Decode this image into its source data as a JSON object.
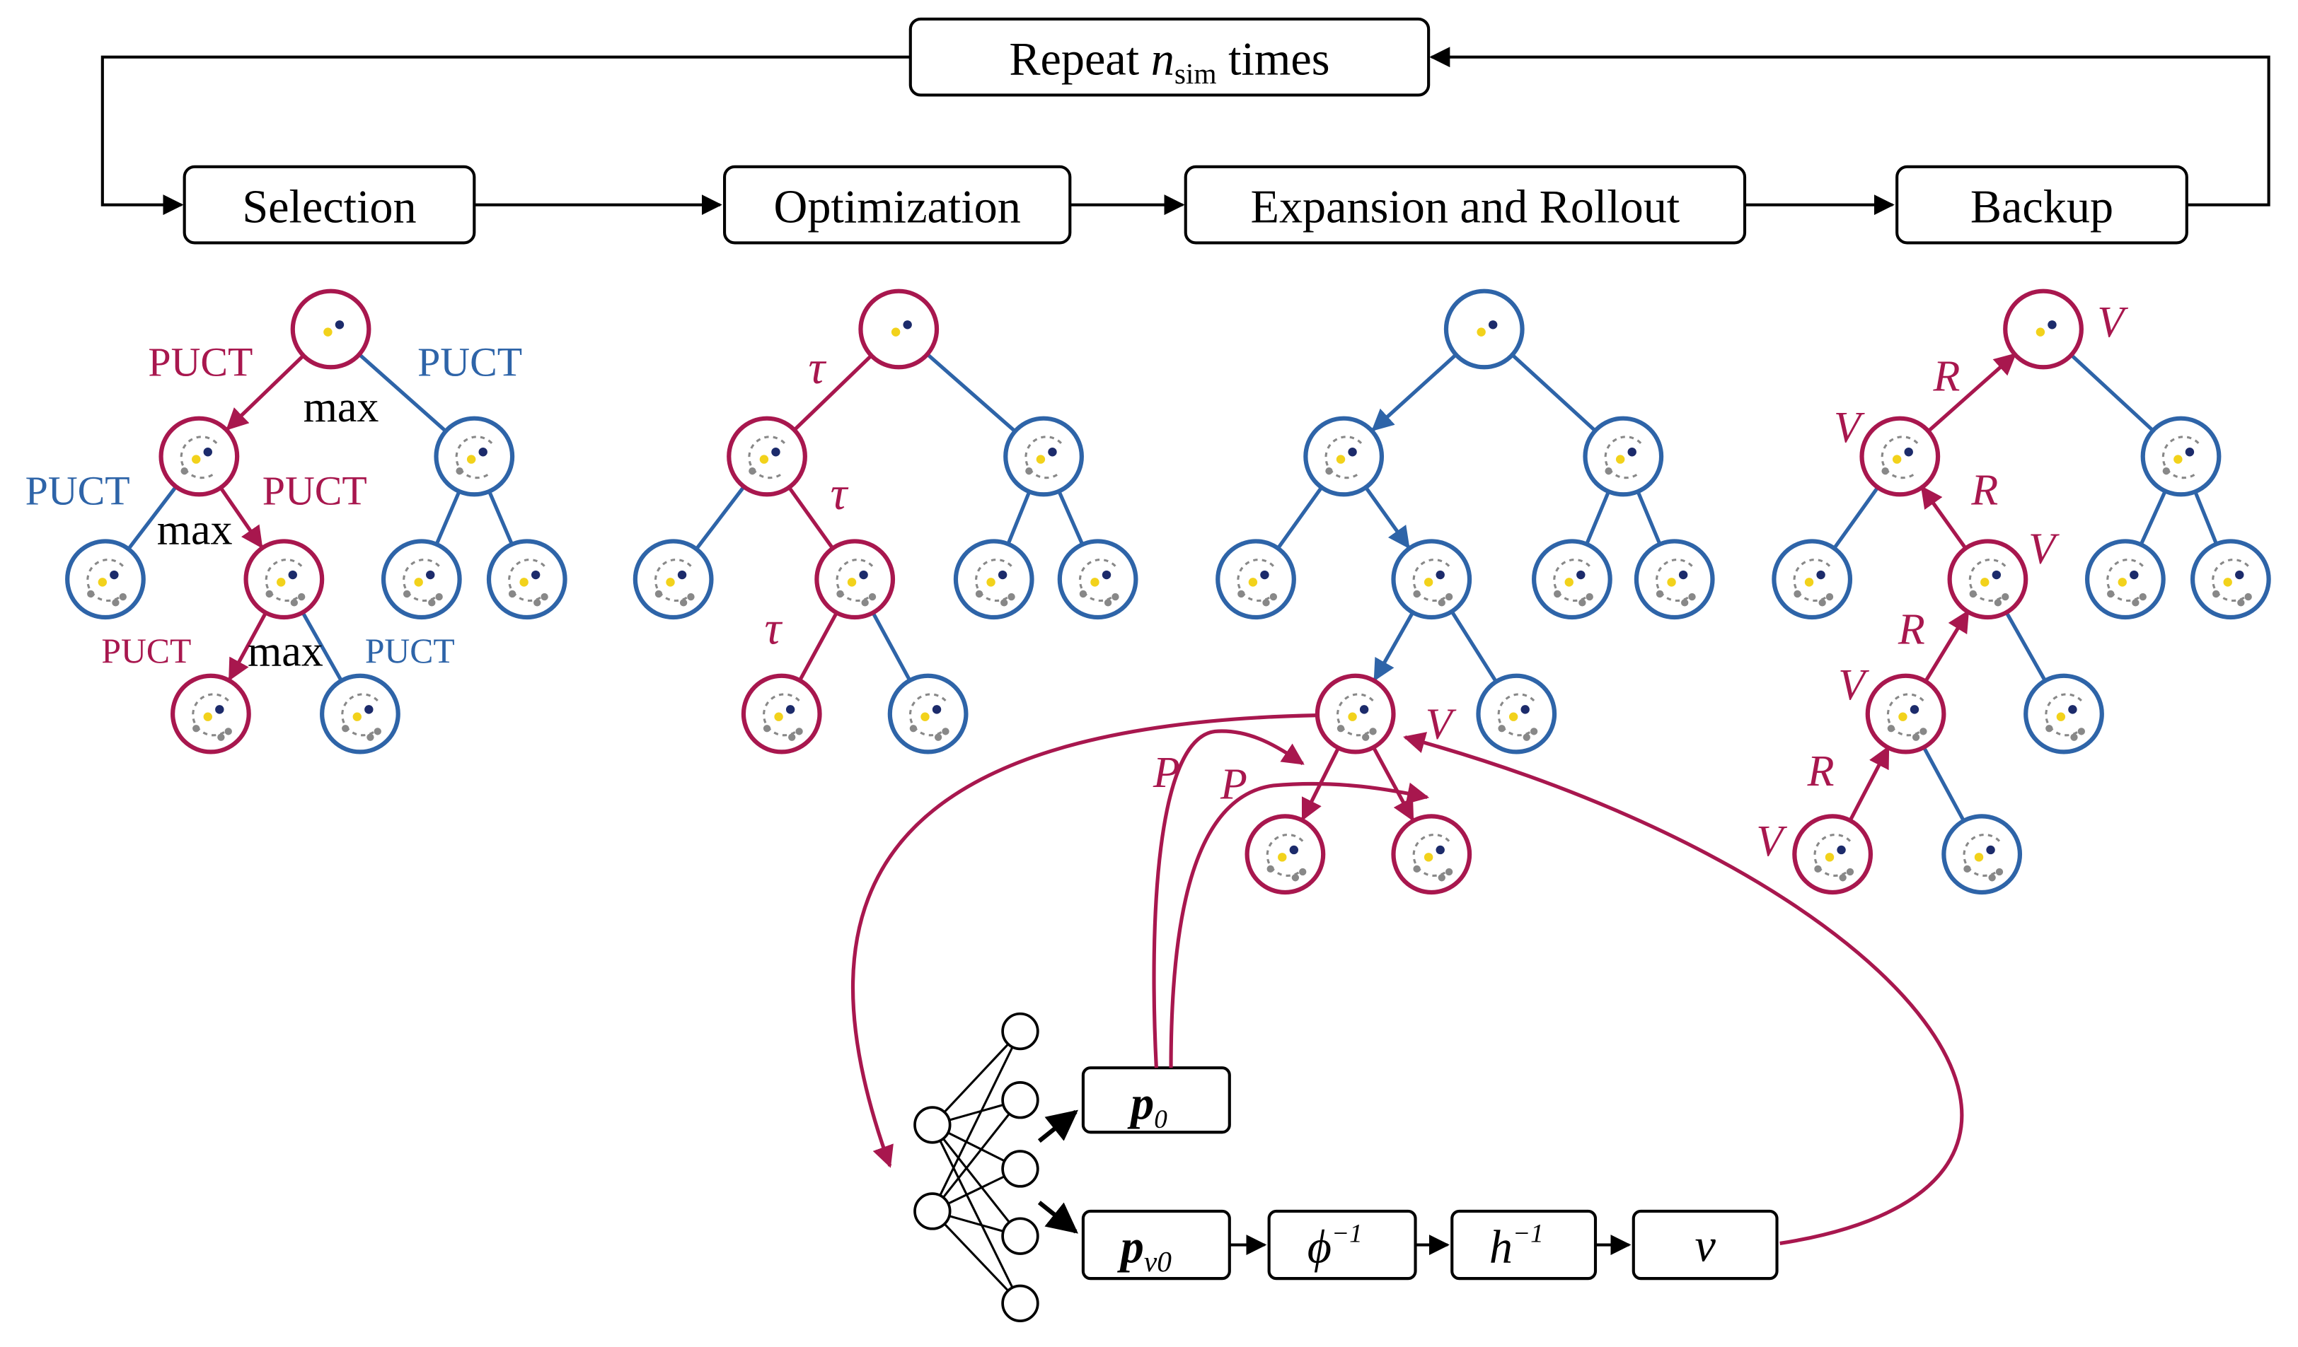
{
  "colors": {
    "active": "#a8174e",
    "inactive": "#2e64a8",
    "ink": "#000000",
    "agent": "#f2d21b",
    "target": "#1c2b6b",
    "path_dot": "#888888"
  },
  "loop": {
    "repeat_prefix": "Repeat",
    "repeat_var": "n",
    "repeat_sub": "sim",
    "repeat_suffix": "times"
  },
  "phases": {
    "selection": "Selection",
    "optimization": "Optimization",
    "expansion": "Expansion and Rollout",
    "backup": "Backup"
  },
  "selection_labels": {
    "puct": "PUCT",
    "max": "max"
  },
  "optimization_labels": {
    "tau": "τ"
  },
  "expansion_labels": {
    "v": "V",
    "p": "P"
  },
  "backup_labels": {
    "v": "V",
    "r": "R"
  },
  "network_outputs": {
    "p": "p",
    "p_sub": "0",
    "pv": "p",
    "pv_sub": "v0",
    "phi_inv": "ϕ",
    "h_inv": "h",
    "inv_sup": "−1",
    "nu": "ν"
  }
}
